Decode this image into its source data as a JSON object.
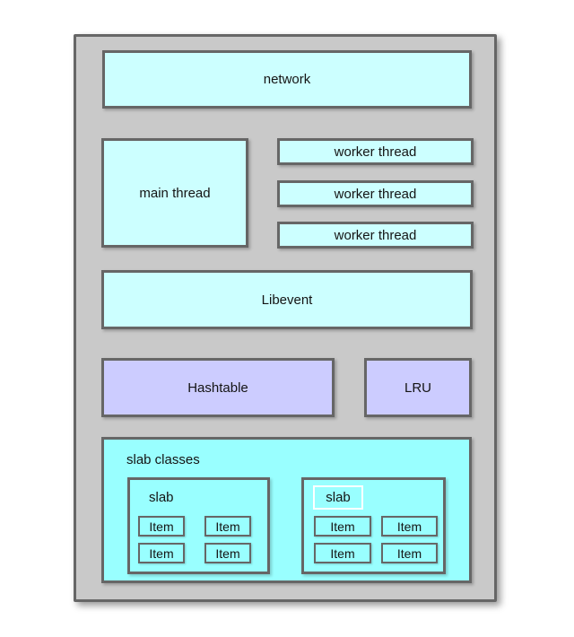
{
  "palette": {
    "page_background": "#ffffff",
    "outer_fill": "#c9c9c9",
    "border": "#666666",
    "light_cyan": "#ccffff",
    "bright_cyan": "#99ffff",
    "lavender": "#ccccff",
    "highlight_border": "#ffffff",
    "text": "#141414"
  },
  "boxes": {
    "network": "network",
    "main_thread": "main thread",
    "worker_threads": [
      "worker thread",
      "worker thread",
      "worker thread"
    ],
    "libevent": "Libevent",
    "hashtable": "Hashtable",
    "lru": "LRU",
    "slab_classes": {
      "label": "slab classes",
      "slabs": [
        {
          "label": "slab",
          "label_highlighted": false,
          "items": [
            "Item",
            "Item",
            "Item",
            "Item"
          ]
        },
        {
          "label": "slab",
          "label_highlighted": true,
          "items": [
            "Item",
            "Item",
            "Item",
            "Item"
          ]
        }
      ]
    }
  }
}
